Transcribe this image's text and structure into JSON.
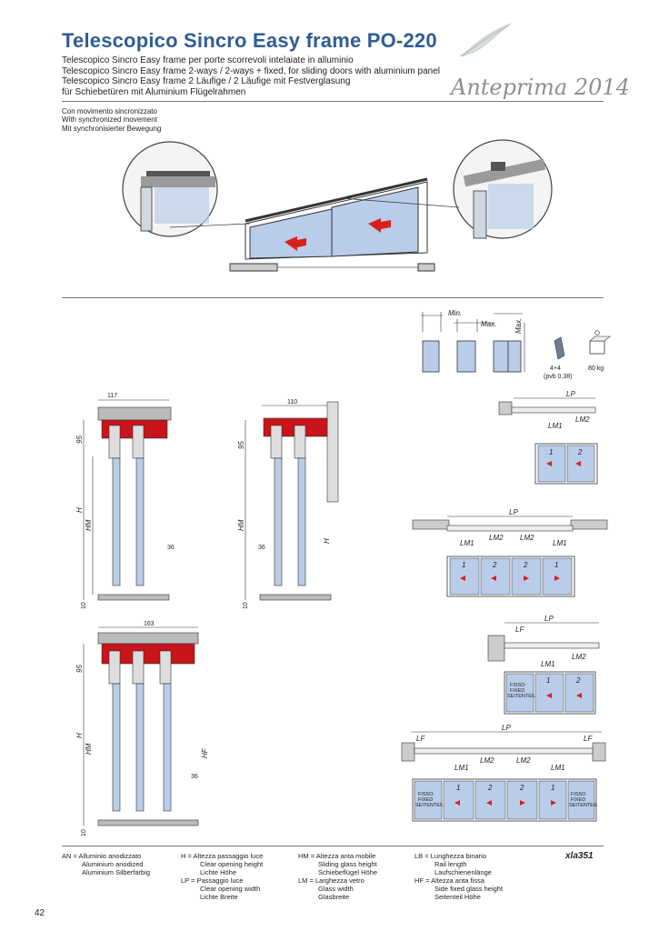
{
  "header": {
    "title": "Telescopico Sincro Easy frame PO-220",
    "subtitles": [
      "Telescopico Sincro Easy frame per porte scorrevoli intelaiate in alluminio",
      "Telescopico Sincro Easy frame 2-ways / 2-ways + fixed, for sliding doors with aluminium panel",
      "Telescopico Sincro Easy frame 2 Läufige / 2 Läufige mit Festverglasung",
      "für Schiebetüren mit Aluminium Flügelrahmen"
    ],
    "badge": "Anteprima 2014"
  },
  "movement_notes": [
    "Con movimento sincronizzato",
    "With synchronized movement",
    "Mit synchronisierter Bewegung"
  ],
  "glass_spec": {
    "min_label": "Min.",
    "max_label": "Max.",
    "max_vertical_label": "Max.",
    "glass_thickness": "4+4",
    "pvb": "(pvb 0,38)",
    "weight": "80 kg"
  },
  "sections": {
    "section_a": {
      "width": "117",
      "top": "95",
      "h": "H",
      "hm": "HM",
      "offset": "36",
      "bottom": "10"
    },
    "section_b": {
      "width": "110",
      "top": "95",
      "h": "H",
      "hm": "HM",
      "offset": "36",
      "bottom": "10"
    },
    "section_c": {
      "width": "163",
      "top": "95",
      "h": "H",
      "hm": "HM",
      "hf": "HF",
      "offset": "36",
      "bottom": "10"
    }
  },
  "layouts": {
    "layout_1": {
      "lp": "LP",
      "lm1": "LM1",
      "lm2": "LM2",
      "panels": [
        "1",
        "2"
      ]
    },
    "layout_2": {
      "lp": "LP",
      "lm1_left": "LM1",
      "lm2_left": "LM2",
      "lm2_right": "LM2",
      "lm1_right": "LM1",
      "panels": [
        "1",
        "2",
        "2",
        "1"
      ]
    },
    "layout_3": {
      "lp": "LP",
      "lf": "LF",
      "lm1": "LM1",
      "lm2": "LM2",
      "fixed": [
        "FISSO",
        "FIXED",
        "SEITENTEIL"
      ],
      "panels": [
        "1",
        "2"
      ]
    },
    "layout_4": {
      "lp": "LP",
      "lf_left": "LF",
      "lf_right": "LF",
      "lm1_left": "LM1",
      "lm2_left": "LM2",
      "lm2_right": "LM2",
      "lm1_right": "LM1",
      "fixed": [
        "FISSO",
        "FIXED",
        "SEITENTEIL"
      ],
      "panels": [
        "1",
        "2",
        "2",
        "1"
      ]
    }
  },
  "legend": {
    "col1": [
      "AN = Alluminio anodizzato",
      "Aluminium anodized",
      "Aluminium Silberfarbig"
    ],
    "col2a": [
      "H   = Altezza passaggio luce",
      "Clear opening height",
      "Lichte Höhe"
    ],
    "col2b": [
      "LP  = Passaggio luce",
      "Clear opening width",
      "Lichte Breite"
    ],
    "col3a": [
      "HM = Altezza anta mobile",
      "Sliding glass height",
      "Schiebeflügel Höhe"
    ],
    "col3b": [
      "LM = Larghezza vetro",
      "Glass width",
      "Glasbreite"
    ],
    "col4a": [
      "LB  = Lunghezza binario",
      "Rail length",
      "Laufschienenlänge"
    ],
    "col4b": [
      "HF  = Altezza anta fissa",
      "Side fixed glass height",
      "Seitenteil Höhe"
    ]
  },
  "code": "xla351",
  "page_number": "42",
  "colors": {
    "title": "#2f5d94",
    "glass": "#b9cdea",
    "profile_red": "#c8141a",
    "arrow_red": "#d8211c"
  }
}
